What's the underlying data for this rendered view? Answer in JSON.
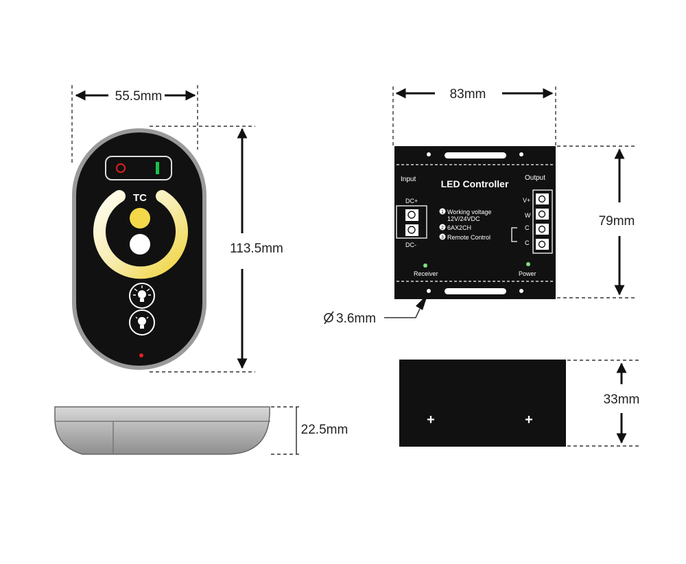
{
  "dimensions": {
    "remote_width": "55.5mm",
    "remote_height": "113.5mm",
    "remote_thickness": "22.5mm",
    "controller_width": "83mm",
    "controller_height": "79mm",
    "controller_depth": "33mm",
    "hole_diameter": "3.6mm"
  },
  "remote": {
    "brand_mark": "TC"
  },
  "controller": {
    "title": "LED Controller",
    "input_label": "Input",
    "output_label": "Output",
    "terminal_dc_plus": "DC+",
    "terminal_dc_minus": "DC-",
    "spec_1_line1": "Working voltage",
    "spec_1_line2": "12V/24VDC",
    "spec_2": "6AX2CH",
    "spec_3": "Remote Control",
    "out_v_plus": "V+",
    "out_w": "W",
    "out_c1": "C",
    "out_c2": "C",
    "receiver_label": "Receiver",
    "power_label": "Power",
    "num_1": "1",
    "num_2": "2",
    "num_3": "3",
    "side_mark_left": "+",
    "side_mark_right": "+"
  },
  "colors": {
    "device_body": "#111111",
    "remote_rim": "#9a9a9a",
    "warm_white": "#f3d94a",
    "led_green": "#7ee07e",
    "power_red": "#e02020",
    "switch_green": "#19c24a"
  }
}
